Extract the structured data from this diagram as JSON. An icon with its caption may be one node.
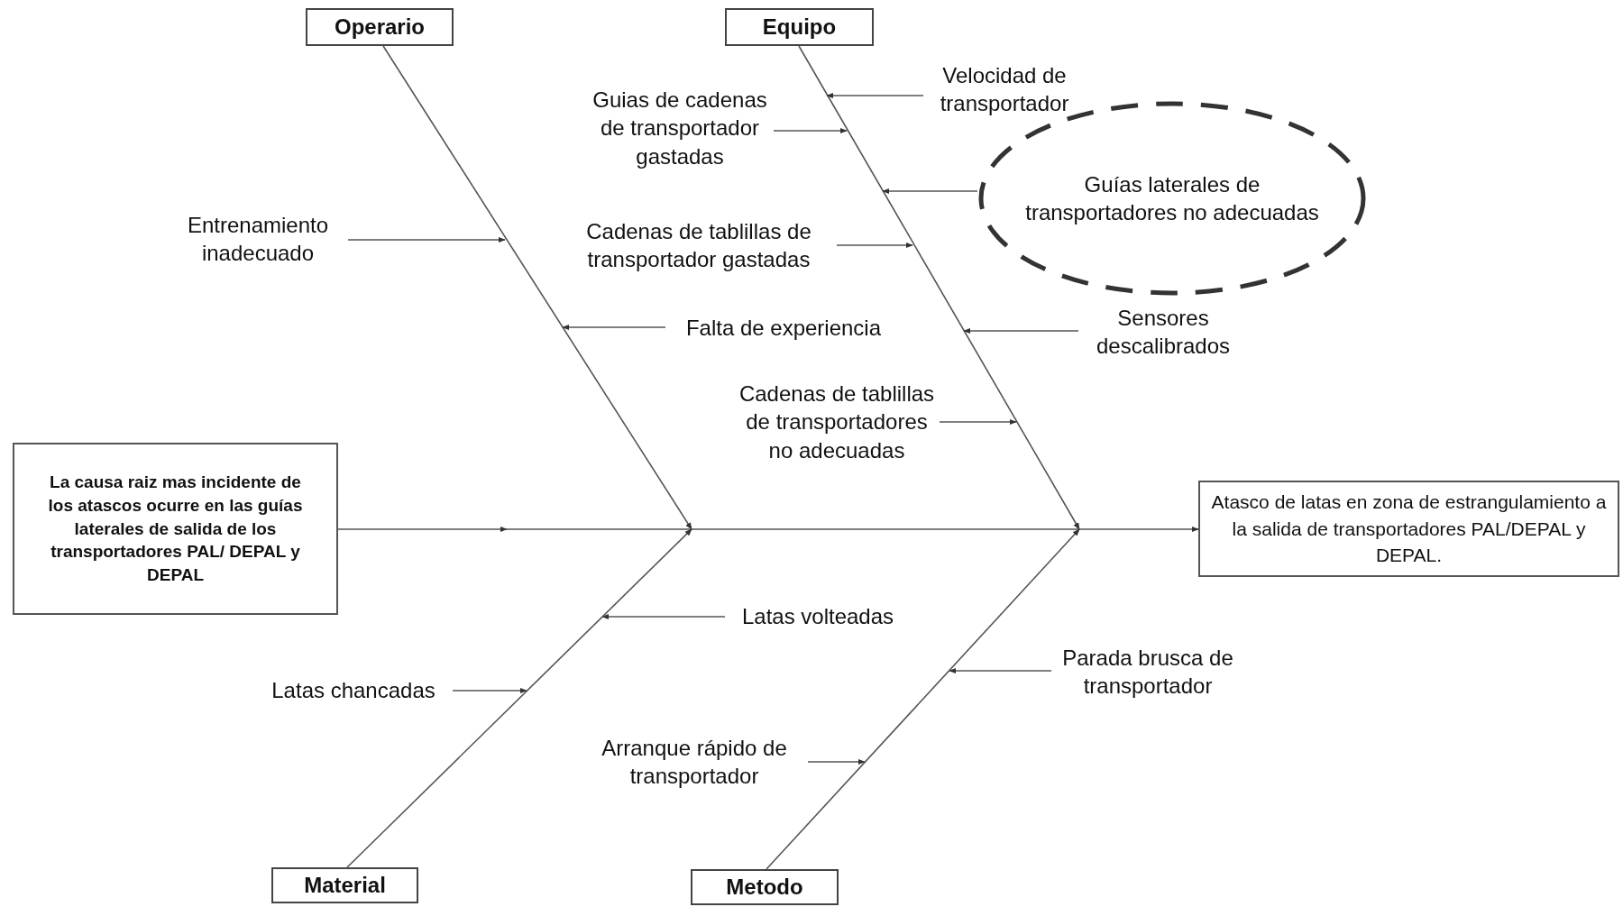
{
  "diagram": {
    "nodes": [
      {
        "text": [
          "Operario"
        ]
      },
      {
        "text": [
          "Equipo"
        ]
      },
      {
        "text": [
          "Velocidad de transportador"
        ]
      },
      {
        "text": [
          "Guias de cadenas de transportador gastadas"
        ]
      },
      {
        "text": [
          "Guías laterales de transportadores no adecuadas"
        ]
      },
      {
        "text": [
          "Entrenamiento inadecuado"
        ]
      },
      {
        "text": [
          "Cadenas de tablillas de transportador gastadas"
        ]
      },
      {
        "text": [
          "Falta de experiencia"
        ]
      },
      {
        "text": [
          "Sensores descalibrados"
        ]
      },
      {
        "text": [
          "Cadenas de tablillas de transportadores no adecuadas"
        ]
      },
      {
        "text": [
          "La causa raiz mas incidente de los atascos ocurre en las guías laterales de salida de los transportadores PAL/ DEPAL y DEPAL"
        ]
      },
      {
        "text": [
          "Atasco de latas en zona de estrangulamiento a la salida de transportadores PAL/DEPAL y DEPAL."
        ]
      },
      {
        "text": [
          "Latas volteadas"
        ]
      },
      {
        "text": [
          "Parada brusca de transportador"
        ]
      },
      {
        "text": [
          "Latas chancadas"
        ]
      },
      {
        "text": [
          "Arranque rápido de transportador"
        ]
      },
      {
        "text": [
          "Material"
        ]
      },
      {
        "text": [
          "Metodo"
        ]
      }
    ],
    "edges": [
      {
        "from": 0,
        "to": null,
        "arrow": "to"
      },
      {
        "from": 1,
        "to": null,
        "arrow": "to"
      },
      {
        "from": 2,
        "to": null,
        "arrow": "to"
      },
      {
        "from": 3,
        "to": null,
        "arrow": "to"
      },
      {
        "from": 4,
        "to": null,
        "arrow": "to"
      },
      {
        "from": 5,
        "to": null,
        "arrow": "to"
      },
      {
        "from": 6,
        "to": null,
        "arrow": "to"
      },
      {
        "from": 7,
        "to": null,
        "arrow": "to"
      },
      {
        "from": 8,
        "to": null,
        "arrow": "to"
      },
      {
        "from": 9,
        "to": null,
        "arrow": "to"
      },
      {
        "from": 10,
        "to": 11,
        "arrow": "to"
      },
      {
        "from": 12,
        "to": null,
        "arrow": "to"
      },
      {
        "from": 13,
        "to": null,
        "arrow": "to"
      },
      {
        "from": 14,
        "to": null,
        "arrow": "to"
      },
      {
        "from": 15,
        "to": null,
        "arrow": "to"
      },
      {
        "from": 16,
        "to": null,
        "arrow": "to"
      },
      {
        "from": 17,
        "to": null,
        "arrow": "to"
      }
    ]
  }
}
